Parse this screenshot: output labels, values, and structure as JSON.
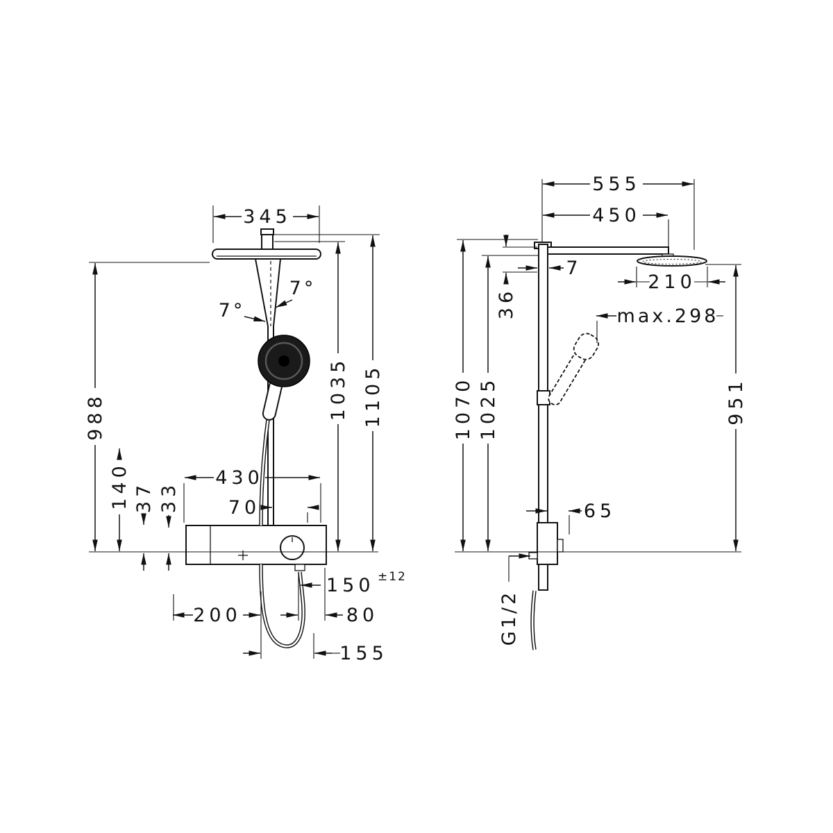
{
  "drawing": {
    "kind": "shower-system technical dimension drawing",
    "background": "#ffffff",
    "line_color": "#111111"
  },
  "front_view": {
    "dims": {
      "head_width": "345",
      "angle_right": "7°",
      "angle_left": "7°",
      "h988": "988",
      "h140": "140",
      "h37": "37",
      "h33": "33",
      "w430": "430",
      "w70": "70",
      "h1035": "1035",
      "h1105": "1105",
      "w150": "150",
      "w150_tol": "±12",
      "w200": "200",
      "w80": "80",
      "w155": "155"
    }
  },
  "side_view": {
    "dims": {
      "w555": "555",
      "w450": "450",
      "d7": "7",
      "h36": "36",
      "head_depth": "210",
      "max_reach": "max.298",
      "h1070": "1070",
      "h1025": "1025",
      "h951": "951",
      "d65": "65",
      "thread": "G1/2"
    }
  }
}
